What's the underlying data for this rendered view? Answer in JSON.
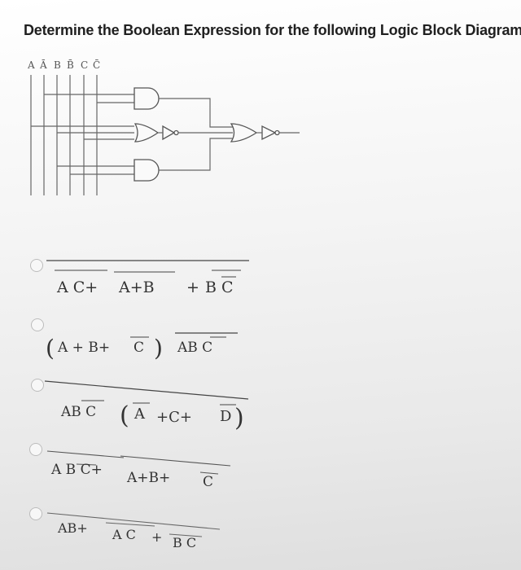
{
  "question": {
    "text": "Determine the Boolean Expression for the following Logic Block Diagram:"
  },
  "diagram": {
    "inputs": [
      "A",
      "Ā",
      "B",
      "B̄",
      "C",
      "C̄"
    ]
  },
  "options": [
    {
      "id": "opt1",
      "selected": false,
      "terms": [
        "A C+",
        "A+B",
        "+",
        "B C"
      ]
    },
    {
      "id": "opt2",
      "selected": false,
      "terms": [
        "(",
        "A + B+",
        "C",
        ")",
        "AB C"
      ]
    },
    {
      "id": "opt3",
      "selected": false,
      "terms": [
        "AB C",
        "(",
        "A",
        "+C+",
        "D",
        ")"
      ]
    },
    {
      "id": "opt4",
      "selected": false,
      "terms": [
        "A B C+",
        "A+B+",
        "C"
      ]
    },
    {
      "id": "opt5",
      "selected": false,
      "terms": [
        "AB+",
        "A C",
        "+",
        "B C"
      ]
    }
  ]
}
